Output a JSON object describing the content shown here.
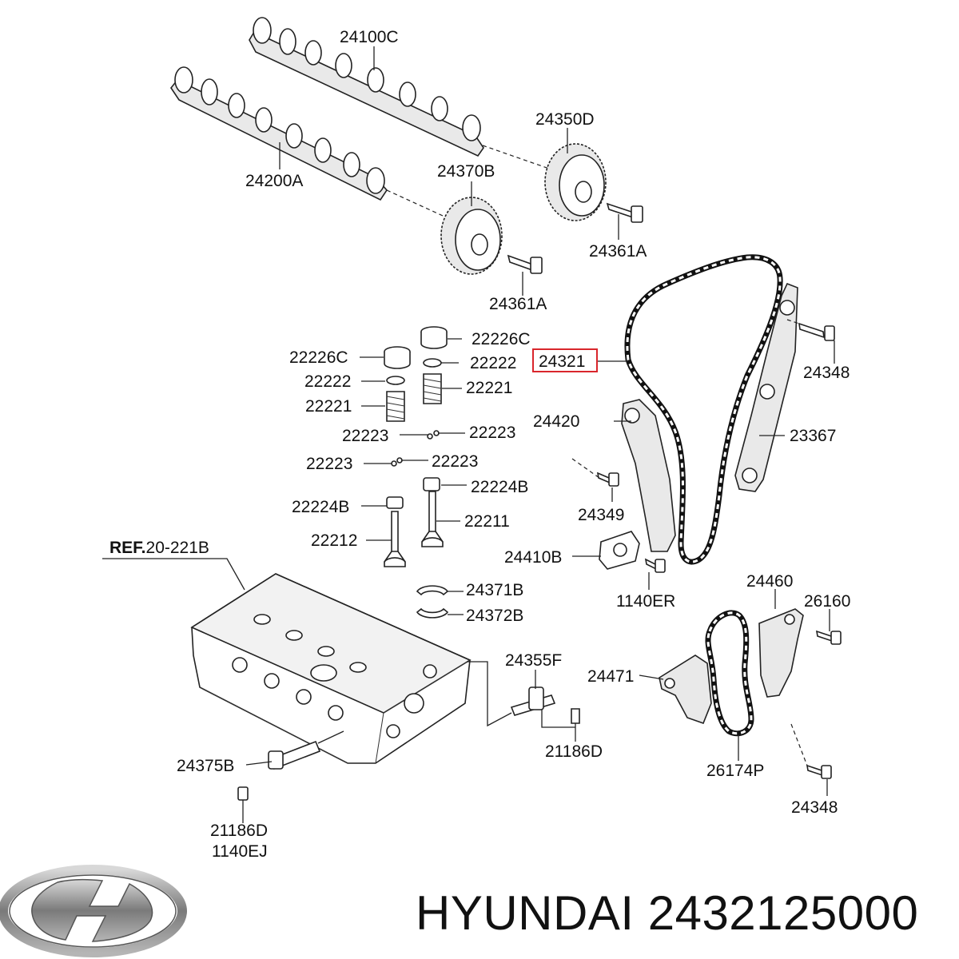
{
  "brand": {
    "name": "HYUNDAI",
    "part_number": "2432125000",
    "logo_icon": "hyundai-logo-icon"
  },
  "highlight": {
    "label": "24321",
    "color": "#d9262c"
  },
  "reference": {
    "prefix": "REF.",
    "code": "20-221B"
  },
  "labels": {
    "l_24100C": "24100C",
    "l_24200A": "24200A",
    "l_24350D": "24350D",
    "l_24370B": "24370B",
    "l_24361A_upper": "24361A",
    "l_24361A_lower": "24361A",
    "l_22226C_right": "22226C",
    "l_22226C_left": "22226C",
    "l_22222_right": "22222",
    "l_22222_left": "22222",
    "l_22221_right": "22221",
    "l_22221_left": "22221",
    "l_22223_a": "22223",
    "l_22223_b": "22223",
    "l_22223_c": "22223",
    "l_22223_d": "22223",
    "l_22224B_right": "22224B",
    "l_22224B_left": "22224B",
    "l_22212": "22212",
    "l_22211": "22211",
    "l_24348_upper": "24348",
    "l_24420": "24420",
    "l_23367": "23367",
    "l_24349": "24349",
    "l_24410B": "24410B",
    "l_1140ER": "1140ER",
    "l_24371B": "24371B",
    "l_24372B": "24372B",
    "l_24460": "24460",
    "l_26160": "26160",
    "l_24355F": "24355F",
    "l_24471": "24471",
    "l_21186D_right": "21186D",
    "l_26174P": "26174P",
    "l_24348_lower": "24348",
    "l_24375B": "24375B",
    "l_21186D_left": "21186D",
    "l_1140EJ": "1140EJ"
  }
}
